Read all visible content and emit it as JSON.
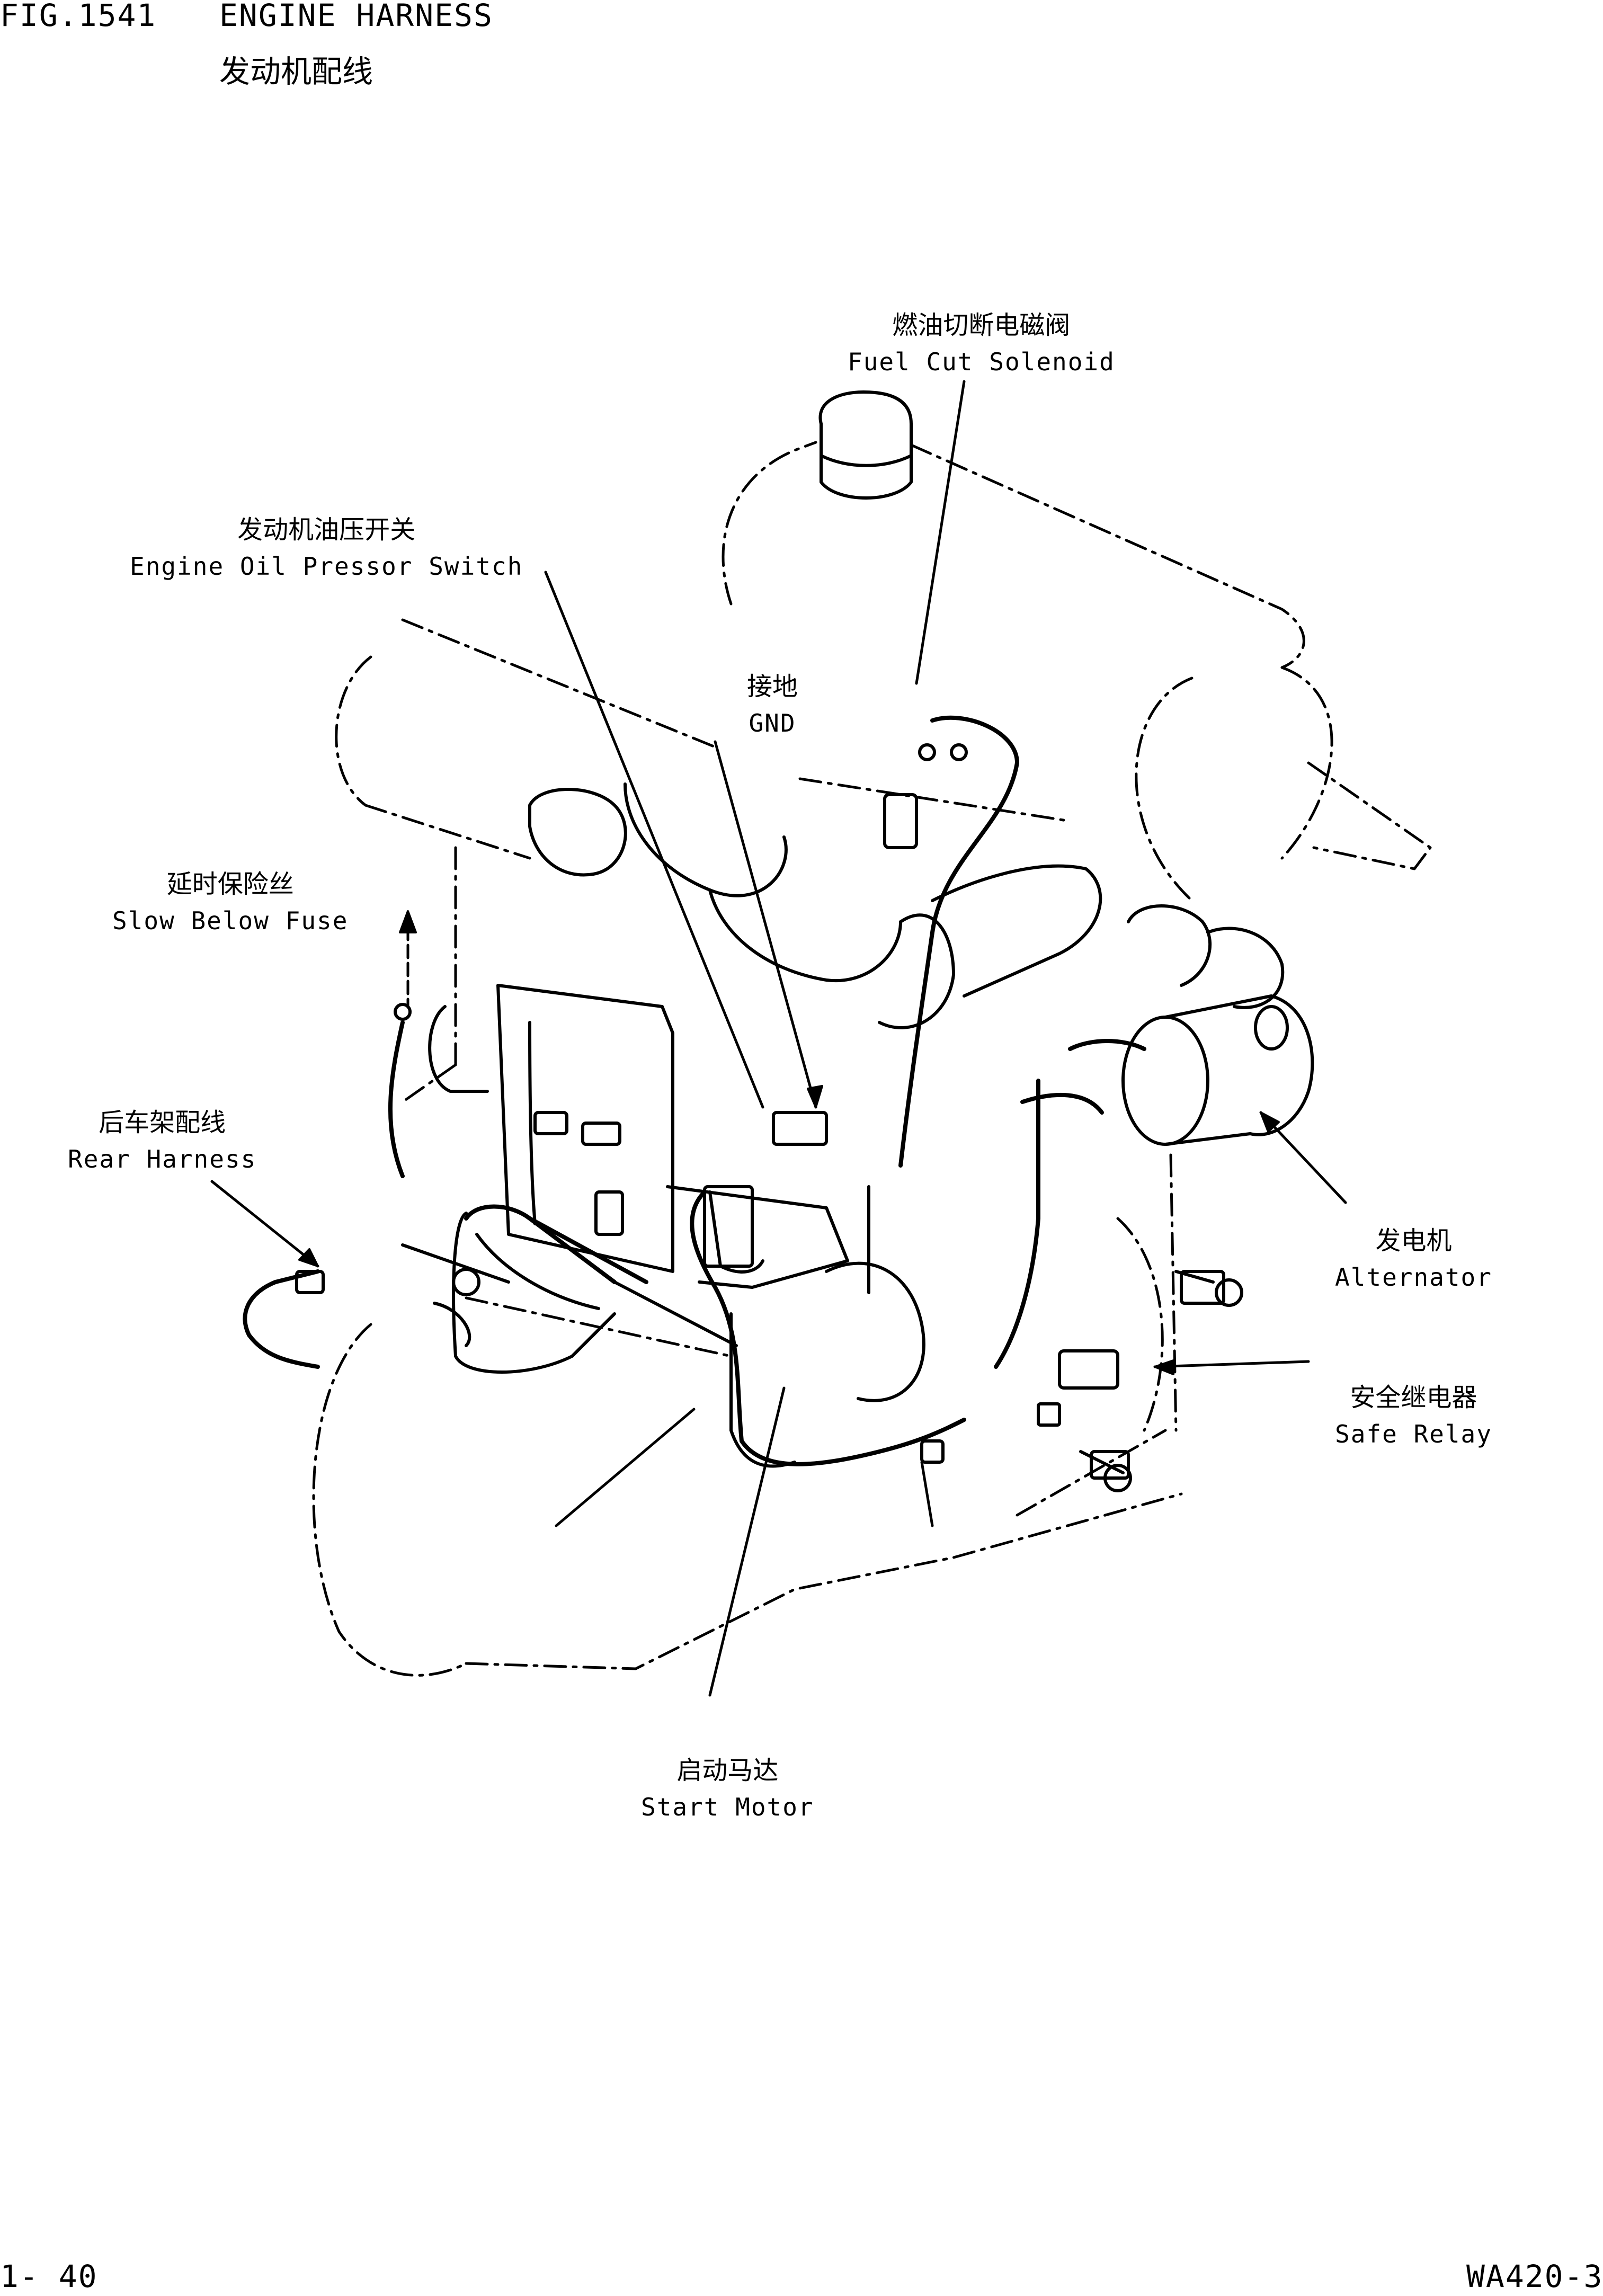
{
  "header": {
    "fig_number": "FIG.1541",
    "title_en": "ENGINE HARNESS",
    "title_cn": "发动机配线"
  },
  "labels": {
    "fuel_cut_solenoid": {
      "cn": "燃油切断电磁阀",
      "en": "Fuel Cut Solenoid"
    },
    "engine_oil_pressor_switch": {
      "cn": "发动机油压开关",
      "en": "Engine Oil Pressor Switch"
    },
    "gnd": {
      "cn": "接地",
      "en": "GND"
    },
    "slow_below_fuse": {
      "cn": "延时保险丝",
      "en": "Slow Below Fuse"
    },
    "rear_harness": {
      "cn": "后车架配线",
      "en": "Rear Harness"
    },
    "alternator": {
      "cn": "发电机",
      "en": "Alternator"
    },
    "safe_relay": {
      "cn": "安全继电器",
      "en": "Safe Relay"
    },
    "start_motor": {
      "cn": "启动马达",
      "en": "Start Motor"
    }
  },
  "footer": {
    "page_number": "1- 40",
    "model": "WA420-3"
  }
}
